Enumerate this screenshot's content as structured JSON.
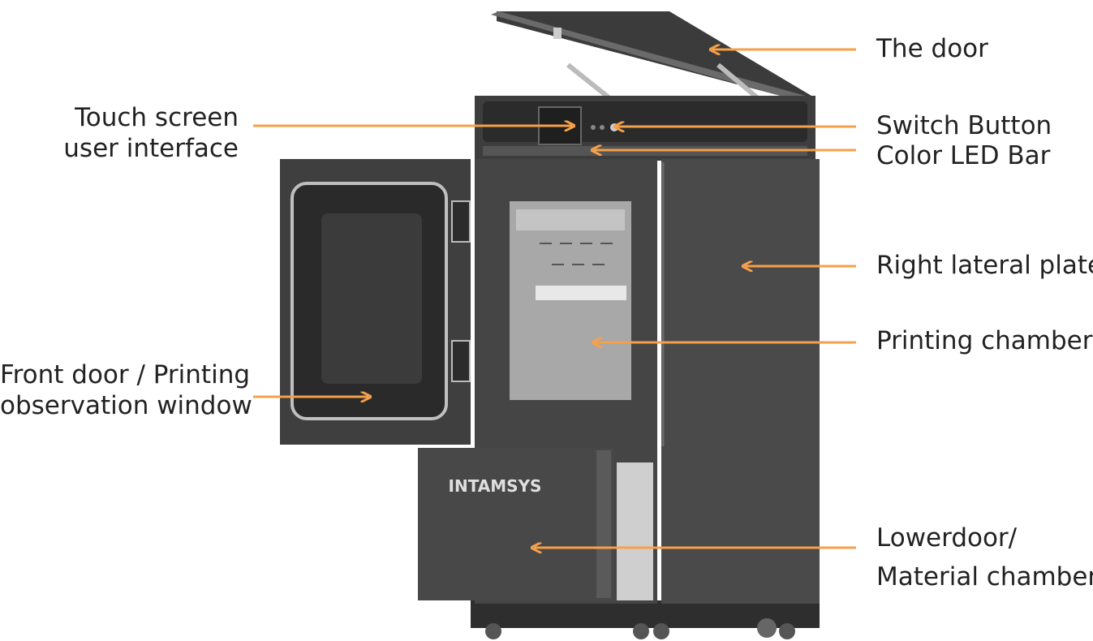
{
  "labels": {
    "touch_screen": [
      "Touch screen",
      "user interface"
    ],
    "front_door": [
      "Front door / Printing",
      "observation window"
    ],
    "the_door": "The door",
    "switch_button": "Switch Button",
    "led_bar": "Color LED Bar",
    "right_plate": "Right lateral plate",
    "printing_chamber": "Printing chamber",
    "lower_door": [
      "Lowerdoor/",
      "Material chamber"
    ]
  },
  "brand": {
    "logo_text": "INTAMSYS"
  },
  "colors": {
    "arrow": "#f5a04a",
    "body_dark": "#3a3a3a",
    "body_mid": "#4a4a4a",
    "chamber": "#9a9a9a",
    "text": "#222222"
  }
}
